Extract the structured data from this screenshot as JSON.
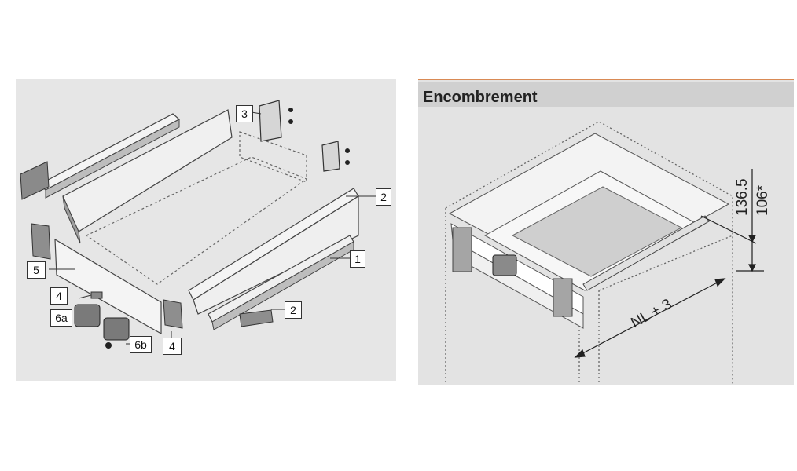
{
  "left": {
    "callouts": [
      "3",
      "2",
      "1",
      "5",
      "4",
      "6a",
      "2",
      "6b",
      "4"
    ]
  },
  "right": {
    "title": "Encombrement",
    "dim_width": "NL + 3",
    "dim_h1": "136.5",
    "dim_h2": "106*"
  }
}
